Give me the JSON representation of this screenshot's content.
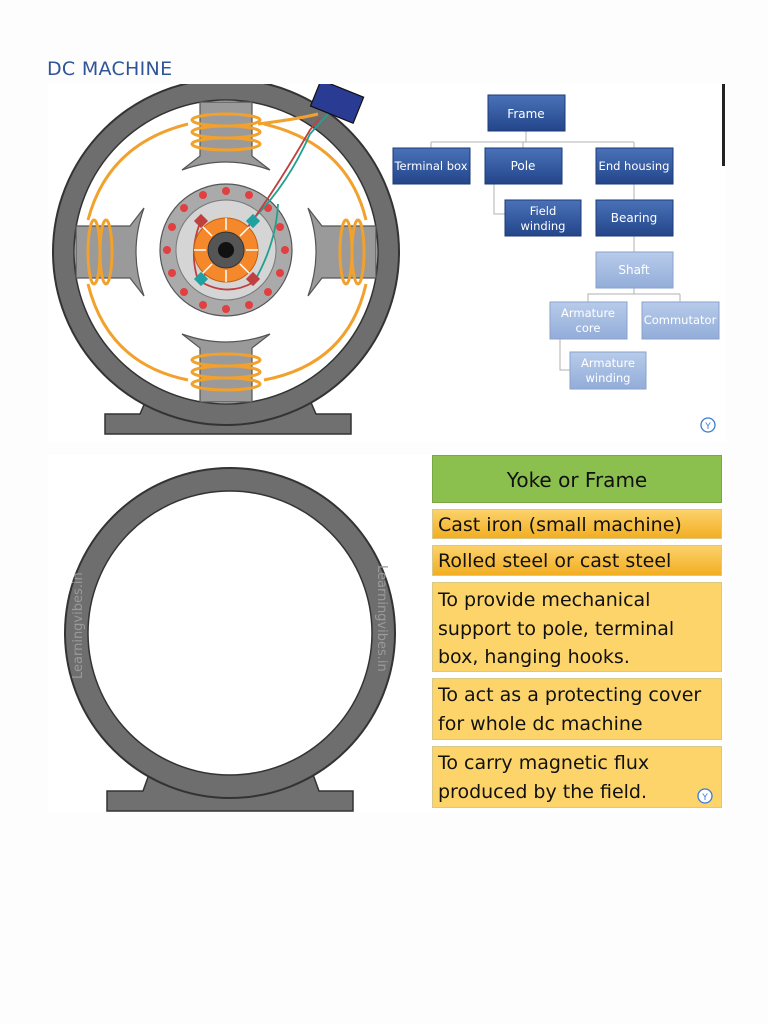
{
  "heading": "DC MACHINE",
  "hierarchy": {
    "frame": "Frame",
    "terminal_box": "Terminal box",
    "pole": "Pole",
    "end_housing": "End housing",
    "field_winding_1": "Field",
    "field_winding_2": "winding",
    "bearing": "Bearing",
    "shaft": "Shaft",
    "armature_core_1": "Armature",
    "armature_core_2": "core",
    "commutator": "Commutator",
    "armature_winding_1": "Armature",
    "armature_winding_2": "winding"
  },
  "yoke_watermark": "Learningvibes.in",
  "yoke_table": {
    "heading": "Yoke or Frame",
    "material_1": "Cast iron (small machine)",
    "material_2": "Rolled steel or cast steel",
    "function_1": [
      "To provide mechanical",
      "support to pole, terminal",
      "box, hanging hooks."
    ],
    "function_2": [
      "To act as a protecting cover",
      "for whole dc machine"
    ],
    "function_3": [
      "To carry magnetic flux",
      "produced by the field."
    ]
  },
  "colors": {
    "heading": "#2e5597",
    "box_dark": "#2f5597",
    "box_light": "#9db5df",
    "card_green": "#8cc04e",
    "card_orange": "#f2ae22",
    "card_yellow": "#fcd46a",
    "frame_gray": "#707070",
    "winding": "#f2a12c"
  }
}
